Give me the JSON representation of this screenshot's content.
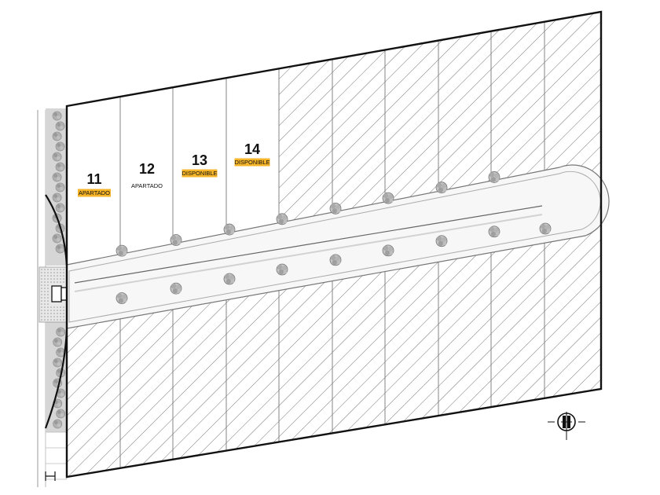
{
  "plan": {
    "lots": [
      {
        "number": "11",
        "status": "APARTADO",
        "highlight": true
      },
      {
        "number": "12",
        "status": "APARTADO",
        "highlight": false
      },
      {
        "number": "13",
        "status": "DISPONIBLE",
        "highlight": true
      },
      {
        "number": "14",
        "status": "DISPONIBLE",
        "highlight": true
      }
    ],
    "colors": {
      "status_badge": "#f6b428",
      "outline": "#111111",
      "hatch": "#666666",
      "road_fill": "#f4f4f4",
      "median": "#dddddd",
      "vegetation": "#b8b8b8"
    },
    "icons": [
      "north-arrow-icon",
      "tree-icon",
      "shrub-icon",
      "gate-icon"
    ]
  }
}
